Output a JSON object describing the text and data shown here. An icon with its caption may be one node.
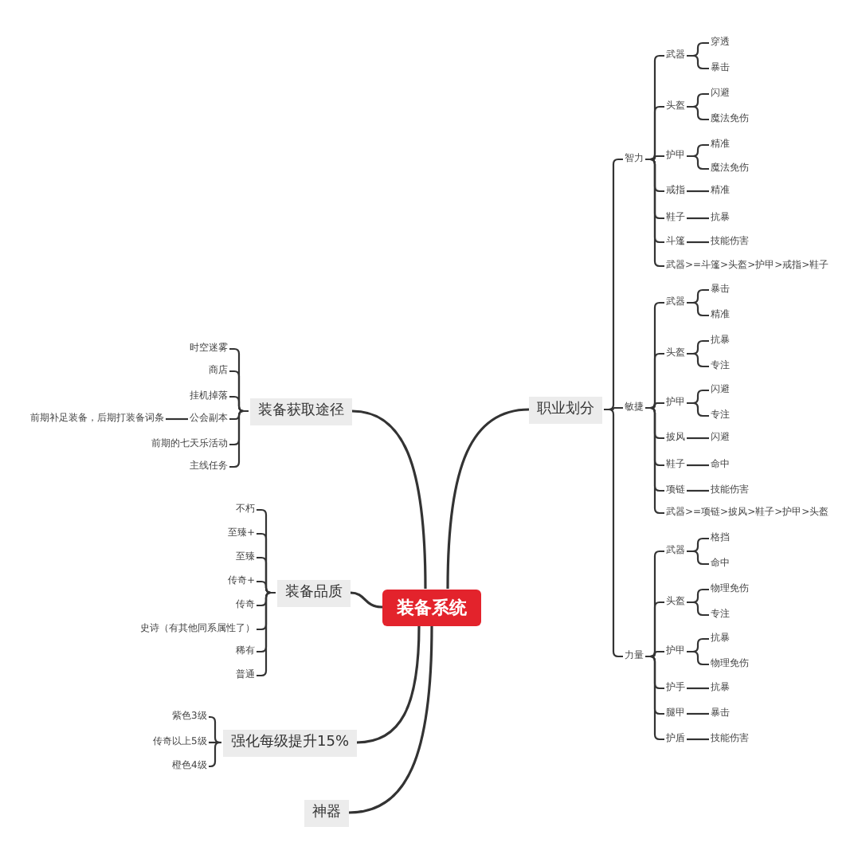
{
  "diagram": {
    "nodes": [
      {
        "text": [
          "装备系统"
        ]
      },
      {
        "text": [
          "装备获取途径"
        ]
      },
      {
        "text": [
          "时空迷雾"
        ]
      },
      {
        "text": [
          "商店"
        ]
      },
      {
        "text": [
          "挂机掉落"
        ]
      },
      {
        "text": [
          "公会副本"
        ]
      },
      {
        "text": [
          "前期补足装备，后期打装备词条"
        ]
      },
      {
        "text": [
          "前期的七天乐活动"
        ]
      },
      {
        "text": [
          "主线任务"
        ]
      },
      {
        "text": [
          "装备品质"
        ]
      },
      {
        "text": [
          "不朽"
        ]
      },
      {
        "text": [
          "至臻+"
        ]
      },
      {
        "text": [
          "至臻"
        ]
      },
      {
        "text": [
          "传奇+"
        ]
      },
      {
        "text": [
          "传奇"
        ]
      },
      {
        "text": [
          "史诗（有其他同系属性了）"
        ]
      },
      {
        "text": [
          "稀有"
        ]
      },
      {
        "text": [
          "普通"
        ]
      },
      {
        "text": [
          "强化每级提升15%"
        ]
      },
      {
        "text": [
          "紫色3级"
        ]
      },
      {
        "text": [
          "传奇以上5级"
        ]
      },
      {
        "text": [
          "橙色4级"
        ]
      },
      {
        "text": [
          "神器"
        ]
      },
      {
        "text": [
          "职业划分"
        ]
      },
      {
        "text": [
          "智力"
        ]
      },
      {
        "text": [
          "武器"
        ]
      },
      {
        "text": [
          "穿透"
        ]
      },
      {
        "text": [
          "暴击"
        ]
      },
      {
        "text": [
          "头盔"
        ]
      },
      {
        "text": [
          "闪避"
        ]
      },
      {
        "text": [
          "魔法免伤"
        ]
      },
      {
        "text": [
          "护甲"
        ]
      },
      {
        "text": [
          "精准"
        ]
      },
      {
        "text": [
          "魔法免伤"
        ]
      },
      {
        "text": [
          "戒指"
        ]
      },
      {
        "text": [
          "精准"
        ]
      },
      {
        "text": [
          "鞋子"
        ]
      },
      {
        "text": [
          "抗暴"
        ]
      },
      {
        "text": [
          "斗篷"
        ]
      },
      {
        "text": [
          "技能伤害"
        ]
      },
      {
        "text": [
          "武器>=斗篷>头盔>护甲>戒指>鞋子"
        ]
      },
      {
        "text": [
          "敏捷"
        ]
      },
      {
        "text": [
          "武器"
        ]
      },
      {
        "text": [
          "暴击"
        ]
      },
      {
        "text": [
          "精准"
        ]
      },
      {
        "text": [
          "头盔"
        ]
      },
      {
        "text": [
          "抗暴"
        ]
      },
      {
        "text": [
          "专注"
        ]
      },
      {
        "text": [
          "护甲"
        ]
      },
      {
        "text": [
          "闪避"
        ]
      },
      {
        "text": [
          "专注"
        ]
      },
      {
        "text": [
          "披风"
        ]
      },
      {
        "text": [
          "闪避"
        ]
      },
      {
        "text": [
          "鞋子"
        ]
      },
      {
        "text": [
          "命中"
        ]
      },
      {
        "text": [
          "项链"
        ]
      },
      {
        "text": [
          "技能伤害"
        ]
      },
      {
        "text": [
          "武器>=项链>披风>鞋子>护甲>头盔"
        ]
      },
      {
        "text": [
          "力量"
        ]
      },
      {
        "text": [
          "武器"
        ]
      },
      {
        "text": [
          "格挡"
        ]
      },
      {
        "text": [
          "命中"
        ]
      },
      {
        "text": [
          "头盔"
        ]
      },
      {
        "text": [
          "物理免伤"
        ]
      },
      {
        "text": [
          "专注"
        ]
      },
      {
        "text": [
          "护甲"
        ]
      },
      {
        "text": [
          "抗暴"
        ]
      },
      {
        "text": [
          "物理免伤"
        ]
      },
      {
        "text": [
          "护手"
        ]
      },
      {
        "text": [
          "抗暴"
        ]
      },
      {
        "text": [
          "腿甲"
        ]
      },
      {
        "text": [
          "暴击"
        ]
      },
      {
        "text": [
          "护盾"
        ]
      },
      {
        "text": [
          "技能伤害"
        ]
      }
    ],
    "edges": [
      {
        "from": 0,
        "to": 1,
        "arrow": "none"
      },
      {
        "from": 0,
        "to": 9,
        "arrow": "none"
      },
      {
        "from": 0,
        "to": 18,
        "arrow": "none"
      },
      {
        "from": 0,
        "to": 22,
        "arrow": "none"
      },
      {
        "from": 0,
        "to": 23,
        "arrow": "none"
      },
      {
        "from": 1,
        "to": 2,
        "arrow": "none"
      },
      {
        "from": 1,
        "to": 3,
        "arrow": "none"
      },
      {
        "from": 1,
        "to": 4,
        "arrow": "none"
      },
      {
        "from": 1,
        "to": 5,
        "arrow": "none"
      },
      {
        "from": 5,
        "to": 6,
        "arrow": "none"
      },
      {
        "from": 1,
        "to": 7,
        "arrow": "none"
      },
      {
        "from": 1,
        "to": 8,
        "arrow": "none"
      },
      {
        "from": 9,
        "to": 10,
        "arrow": "none"
      },
      {
        "from": 9,
        "to": 11,
        "arrow": "none"
      },
      {
        "from": 9,
        "to": 12,
        "arrow": "none"
      },
      {
        "from": 9,
        "to": 13,
        "arrow": "none"
      },
      {
        "from": 9,
        "to": 14,
        "arrow": "none"
      },
      {
        "from": 9,
        "to": 15,
        "arrow": "none"
      },
      {
        "from": 9,
        "to": 16,
        "arrow": "none"
      },
      {
        "from": 9,
        "to": 17,
        "arrow": "none"
      },
      {
        "from": 18,
        "to": 19,
        "arrow": "none"
      },
      {
        "from": 18,
        "to": 20,
        "arrow": "none"
      },
      {
        "from": 18,
        "to": 21,
        "arrow": "none"
      },
      {
        "from": 23,
        "to": 24,
        "arrow": "none"
      },
      {
        "from": 23,
        "to": 41,
        "arrow": "none"
      },
      {
        "from": 23,
        "to": 58,
        "arrow": "none"
      },
      {
        "from": 24,
        "to": 25,
        "arrow": "none"
      },
      {
        "from": 25,
        "to": 26,
        "arrow": "none"
      },
      {
        "from": 25,
        "to": 27,
        "arrow": "none"
      },
      {
        "from": 24,
        "to": 28,
        "arrow": "none"
      },
      {
        "from": 28,
        "to": 29,
        "arrow": "none"
      },
      {
        "from": 28,
        "to": 30,
        "arrow": "none"
      },
      {
        "from": 24,
        "to": 31,
        "arrow": "none"
      },
      {
        "from": 31,
        "to": 32,
        "arrow": "none"
      },
      {
        "from": 31,
        "to": 33,
        "arrow": "none"
      },
      {
        "from": 24,
        "to": 34,
        "arrow": "none"
      },
      {
        "from": 34,
        "to": 35,
        "arrow": "none"
      },
      {
        "from": 24,
        "to": 36,
        "arrow": "none"
      },
      {
        "from": 36,
        "to": 37,
        "arrow": "none"
      },
      {
        "from": 24,
        "to": 38,
        "arrow": "none"
      },
      {
        "from": 38,
        "to": 39,
        "arrow": "none"
      },
      {
        "from": 24,
        "to": 40,
        "arrow": "none"
      },
      {
        "from": 41,
        "to": 42,
        "arrow": "none"
      },
      {
        "from": 42,
        "to": 43,
        "arrow": "none"
      },
      {
        "from": 42,
        "to": 44,
        "arrow": "none"
      },
      {
        "from": 41,
        "to": 45,
        "arrow": "none"
      },
      {
        "from": 45,
        "to": 46,
        "arrow": "none"
      },
      {
        "from": 45,
        "to": 47,
        "arrow": "none"
      },
      {
        "from": 41,
        "to": 48,
        "arrow": "none"
      },
      {
        "from": 48,
        "to": 49,
        "arrow": "none"
      },
      {
        "from": 48,
        "to": 50,
        "arrow": "none"
      },
      {
        "from": 41,
        "to": 51,
        "arrow": "none"
      },
      {
        "from": 51,
        "to": 52,
        "arrow": "none"
      },
      {
        "from": 41,
        "to": 53,
        "arrow": "none"
      },
      {
        "from": 53,
        "to": 54,
        "arrow": "none"
      },
      {
        "from": 41,
        "to": 55,
        "arrow": "none"
      },
      {
        "from": 55,
        "to": 56,
        "arrow": "none"
      },
      {
        "from": 41,
        "to": 57,
        "arrow": "none"
      },
      {
        "from": 58,
        "to": 59,
        "arrow": "none"
      },
      {
        "from": 59,
        "to": 60,
        "arrow": "none"
      },
      {
        "from": 59,
        "to": 61,
        "arrow": "none"
      },
      {
        "from": 58,
        "to": 62,
        "arrow": "none"
      },
      {
        "from": 62,
        "to": 63,
        "arrow": "none"
      },
      {
        "from": 62,
        "to": 64,
        "arrow": "none"
      },
      {
        "from": 58,
        "to": 65,
        "arrow": "none"
      },
      {
        "from": 65,
        "to": 66,
        "arrow": "none"
      },
      {
        "from": 65,
        "to": 67,
        "arrow": "none"
      },
      {
        "from": 58,
        "to": 68,
        "arrow": "none"
      },
      {
        "from": 68,
        "to": 69,
        "arrow": "none"
      },
      {
        "from": 58,
        "to": 70,
        "arrow": "none"
      },
      {
        "from": 70,
        "to": 71,
        "arrow": "none"
      },
      {
        "from": 58,
        "to": 72,
        "arrow": "none"
      },
      {
        "from": 72,
        "to": 73,
        "arrow": "none"
      }
    ]
  }
}
